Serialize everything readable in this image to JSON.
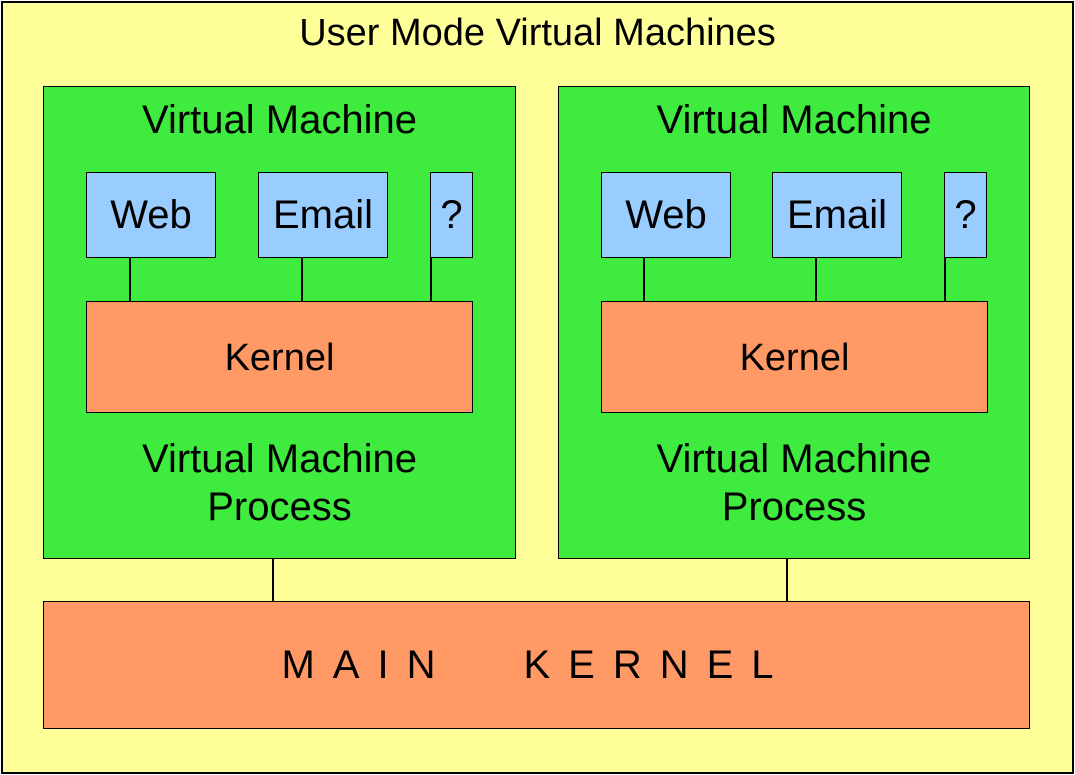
{
  "diagram": {
    "title": "User Mode Virtual Machines",
    "vms": [
      {
        "title": "Virtual Machine",
        "apps": [
          "Web",
          "Email",
          "?"
        ],
        "kernel": "Kernel",
        "process_label": "Virtual Machine Process"
      },
      {
        "title": "Virtual Machine",
        "apps": [
          "Web",
          "Email",
          "?"
        ],
        "kernel": "Kernel",
        "process_label": "Virtual Machine Process"
      }
    ],
    "main_kernel": {
      "word1": "MAIN",
      "word2": "KERNEL"
    },
    "colors": {
      "background": "#ffff99",
      "virtual_machine": "#3eeb3e",
      "application": "#99ccff",
      "kernel": "#ff9966"
    }
  }
}
